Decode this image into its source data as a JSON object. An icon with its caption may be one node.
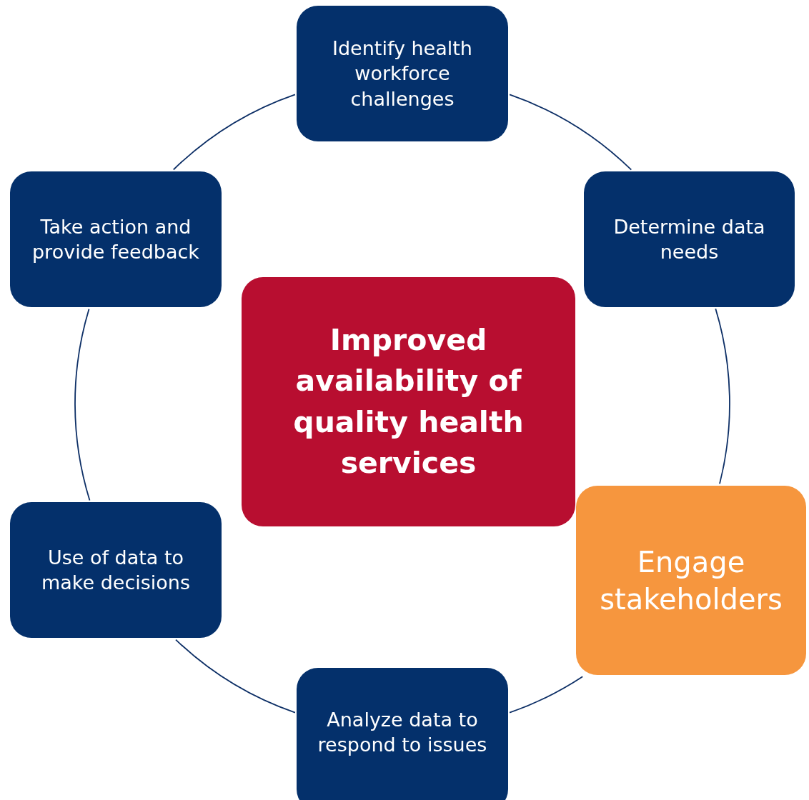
{
  "diagram": {
    "nodes": [
      {
        "text": [
          "Identify health workforce challenges"
        ]
      },
      {
        "text": [
          "Determine data needs"
        ]
      },
      {
        "text": [
          "Engage stakeholders"
        ]
      },
      {
        "text": [
          "Analyze data to respond to issues"
        ]
      },
      {
        "text": [
          "Use of data to make decisions"
        ]
      },
      {
        "text": [
          "Take action and provide feedback"
        ]
      },
      {
        "text": [
          "Improved availability of quality health services"
        ]
      }
    ],
    "edges": [
      {
        "from": 0,
        "to": 1,
        "arrow": "none"
      },
      {
        "from": 1,
        "to": 2,
        "arrow": "none"
      },
      {
        "from": 2,
        "to": 3,
        "arrow": "none"
      },
      {
        "from": 3,
        "to": 4,
        "arrow": "none"
      },
      {
        "from": 4,
        "to": 5,
        "arrow": "none"
      },
      {
        "from": 5,
        "to": 0,
        "arrow": "none"
      }
    ]
  }
}
